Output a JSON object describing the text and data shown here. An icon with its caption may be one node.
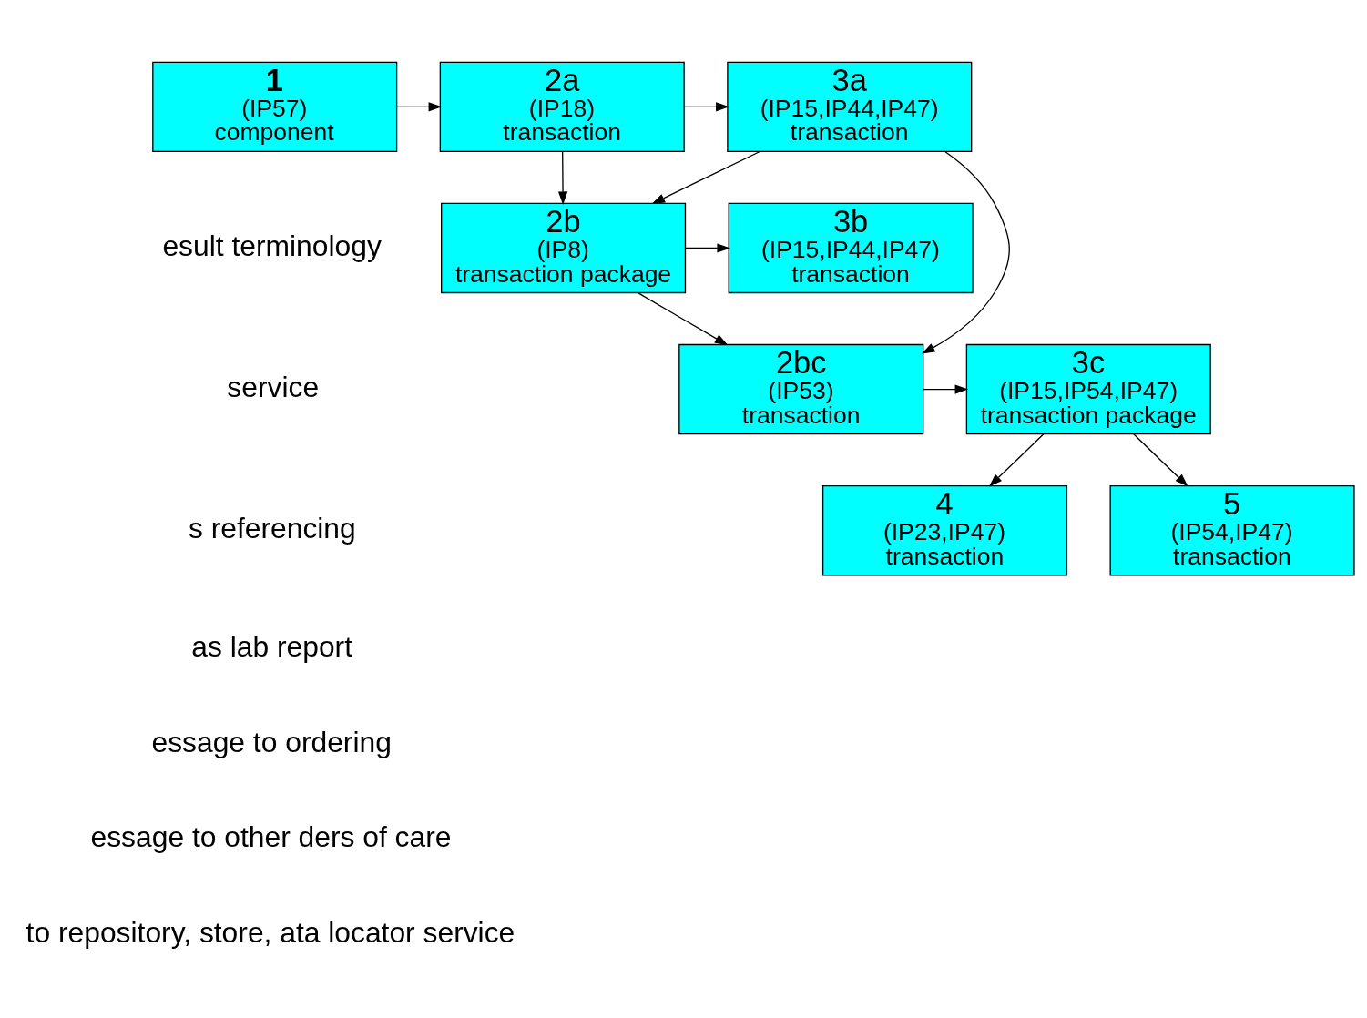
{
  "diagram": {
    "nodes": [
      {
        "text": [
          "1",
          "(IP57)",
          "component"
        ]
      },
      {
        "text": [
          "2a",
          "(IP18)",
          "transaction"
        ]
      },
      {
        "text": [
          "3a",
          "(IP15,IP44,IP47)",
          "transaction"
        ]
      },
      {
        "text": [
          "2b",
          "(IP8)",
          "transaction package"
        ]
      },
      {
        "text": [
          "3b",
          "(IP15,IP44,IP47)",
          "transaction"
        ]
      },
      {
        "text": [
          "2bc",
          "(IP53)",
          "transaction"
        ]
      },
      {
        "text": [
          "3c",
          "(IP15,IP54,IP47)",
          "transaction package"
        ]
      },
      {
        "text": [
          "4",
          "(IP23,IP47)",
          "transaction"
        ]
      },
      {
        "text": [
          "5",
          "(IP54,IP47)",
          "transaction"
        ]
      }
    ],
    "edges": [
      {
        "from": 0,
        "to": 1,
        "arrow": "to"
      },
      {
        "from": 1,
        "to": 2,
        "arrow": "to"
      },
      {
        "from": 1,
        "to": 3,
        "arrow": "to"
      },
      {
        "from": 2,
        "to": 3,
        "arrow": "to"
      },
      {
        "from": 3,
        "to": 4,
        "arrow": "to"
      },
      {
        "from": 3,
        "to": 5,
        "arrow": "to"
      },
      {
        "from": 5,
        "to": 6,
        "arrow": "to"
      },
      {
        "from": 2,
        "to": 5,
        "arrow": "to"
      },
      {
        "from": 6,
        "to": 7,
        "arrow": "to"
      },
      {
        "from": 6,
        "to": 8,
        "arrow": "to"
      }
    ],
    "labels": [
      "esult terminology",
      "service",
      "s referencing",
      "as lab report",
      "essage to ordering",
      "essage to other ders of care",
      "to repository, store, ata locator service"
    ]
  }
}
